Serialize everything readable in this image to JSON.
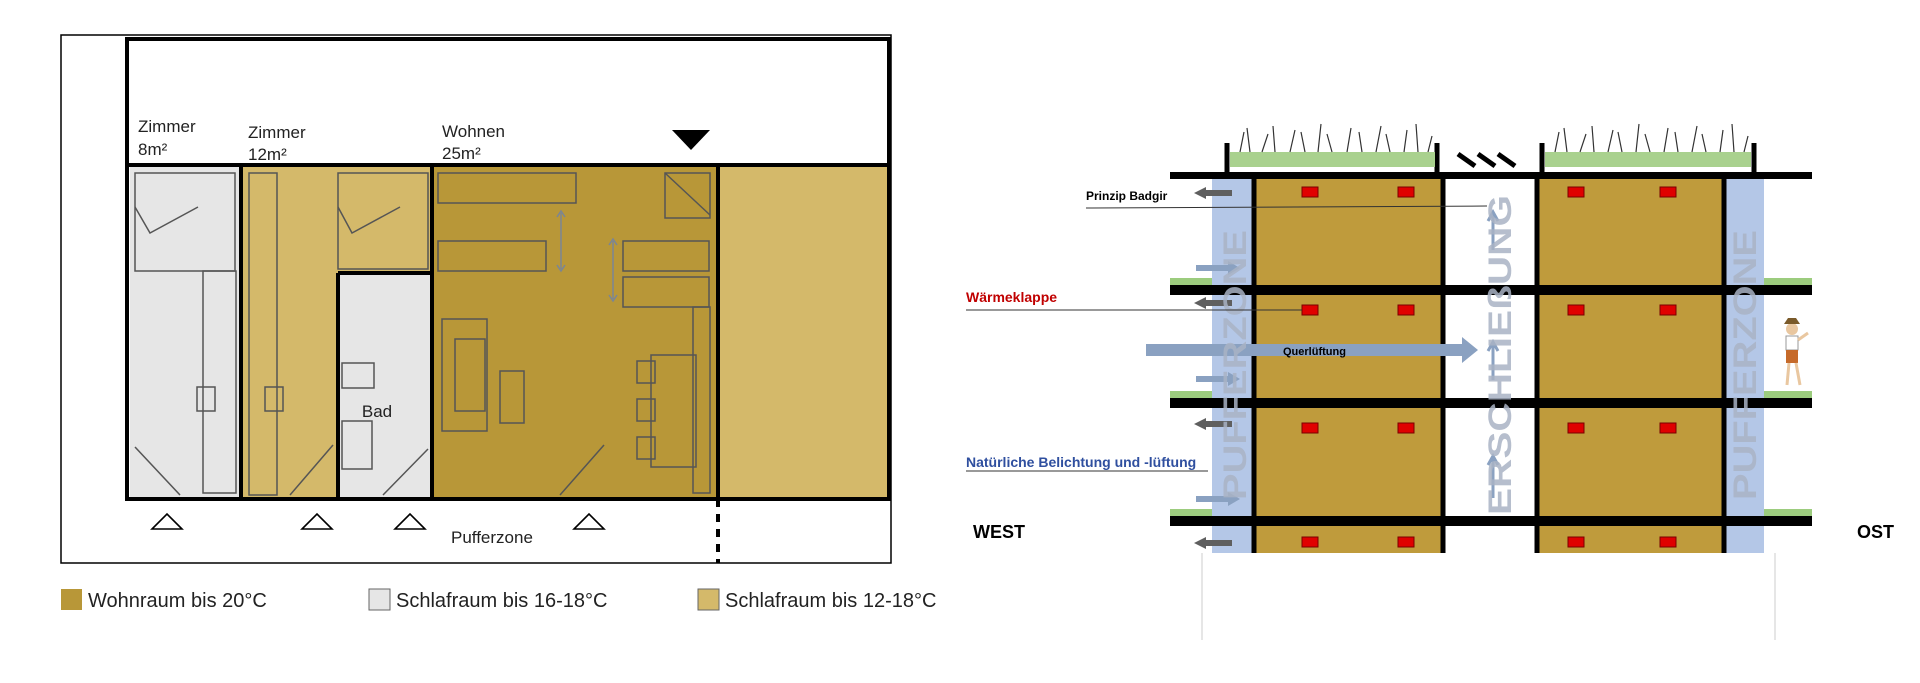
{
  "floor_plan": {
    "rooms": [
      {
        "name": "Zimmer",
        "area": "8m²"
      },
      {
        "name": "Zimmer",
        "area": "12m²"
      },
      {
        "name": "Wohnen",
        "area": "25m²"
      }
    ],
    "bad_label": "Bad",
    "pufferzone_label": "Pufferzone"
  },
  "legend": [
    {
      "label": "Wohnraum bis 20°C",
      "color": "#b89738"
    },
    {
      "label": "Schlafraum bis 16-18°C",
      "color": "#e6e6e6"
    },
    {
      "label": "Schlafraum bis 12-18°C",
      "color": "#d4b96a"
    }
  ],
  "section": {
    "west_label": "WEST",
    "east_label": "OST",
    "annotations": {
      "badgir": "Prinzip Badgir",
      "waermeklappe": "Wärmeklappe",
      "querlueftung": "Querlüftung",
      "belichtung": "Natürliche Belichtung und -lüftung"
    },
    "vertical_labels": {
      "left_buffer": "PUFFERZONE",
      "core": "ERSCHLIEßUNG",
      "right_buffer": "PUFFERZONE"
    },
    "annotation_colors": {
      "waermeklappe": "#c00000",
      "belichtung": "#2f4f9f",
      "badgir": "#000000"
    }
  }
}
